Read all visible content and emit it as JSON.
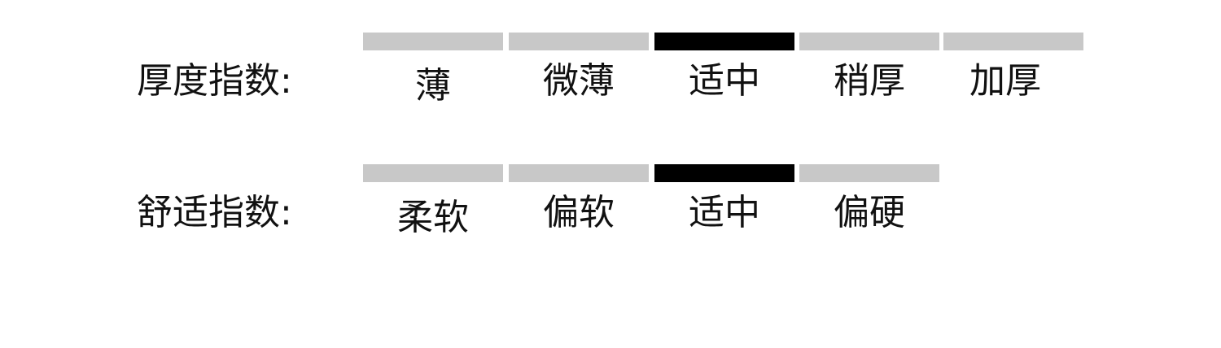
{
  "colors": {
    "inactive_bar": "#c8c8c8",
    "active_bar": "#000000",
    "text": "#111111",
    "background": "#ffffff"
  },
  "thickness": {
    "label": "厚度指数:",
    "levels": [
      "薄",
      "微薄",
      "适中",
      "稍厚",
      "加厚"
    ],
    "selected_index": 2,
    "selected": "适中"
  },
  "comfort": {
    "label": "舒适指数:",
    "levels": [
      "柔软",
      "偏软",
      "适中",
      "偏硬"
    ],
    "selected_index": 2,
    "selected": "适中"
  }
}
